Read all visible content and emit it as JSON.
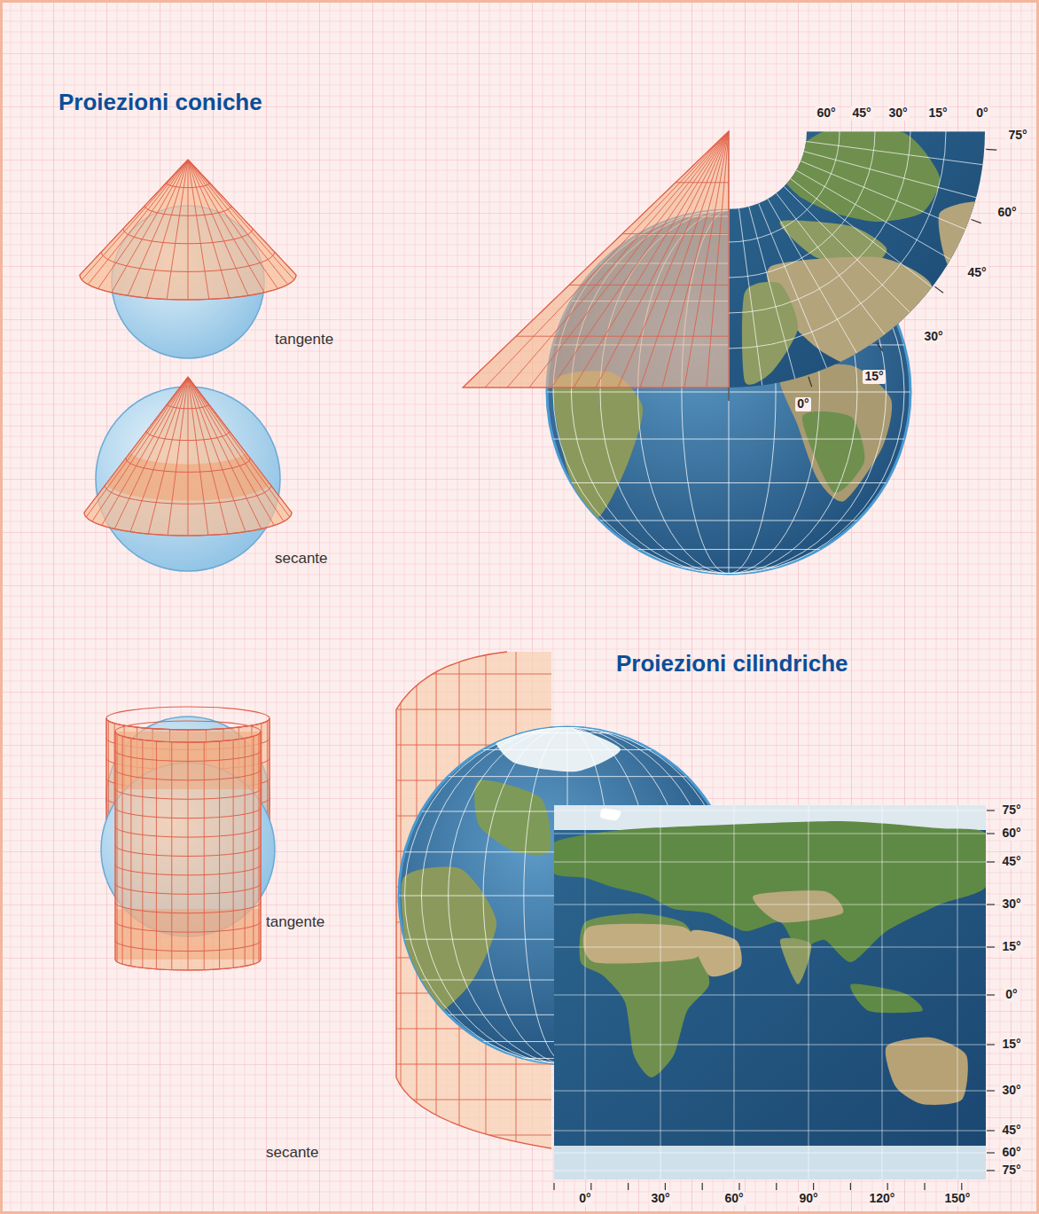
{
  "diagram": {
    "labels": [
      "Proiezioni coniche",
      "60°",
      "45°",
      "30°",
      "15°",
      "0°",
      "75°",
      "tangente",
      "60°",
      "45°",
      "30°",
      "15°",
      "0°",
      "secante",
      "Proiezioni cilindriche",
      "tangente",
      "75°",
      "60°",
      "45°",
      "30°",
      "15°",
      "0°",
      "15°",
      "30°",
      "45°",
      "60°",
      "75°",
      "secante",
      "0°",
      "30°",
      "60°",
      "90°",
      "120°",
      "150°"
    ]
  }
}
